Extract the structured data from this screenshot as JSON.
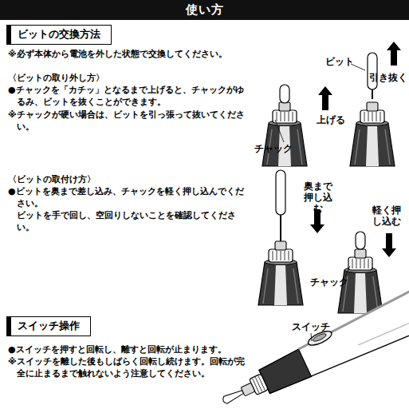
{
  "diagram": {
    "title": "使い方",
    "nodes": [
      {
        "text": [
          "ビットの交換方法"
        ]
      },
      {
        "text": [
          "スイッチ操作"
        ]
      }
    ],
    "labels": [
      "※必ず本体から電池を外した状態で交換してください。",
      "〈ビットの取り外し方〉",
      "●チャックを「カチッ」となるまで上げると、チャックがゆるみ、ビットを抜くことができます。",
      "※チャックが硬い場合は、ビットを引っ張って抜いてください。",
      "〈ビットの取付け方〉",
      "●ビットを奥まで差し込み、チャックを軽く押し込んでください。",
      "ビットを手で回し、空回りしないことを確認してください。",
      "ビット",
      "上げる",
      "引き抜く",
      "チャック",
      "奥まで押し込む",
      "軽く押し込む",
      "チャック",
      "●スイッチを押すと回転し、離すと回転が止まります。",
      "※スイッチを離した後もしばらく回転し続けます。回転が完全に止まるまで触れないよう注意してください。",
      "スイッチ"
    ]
  }
}
